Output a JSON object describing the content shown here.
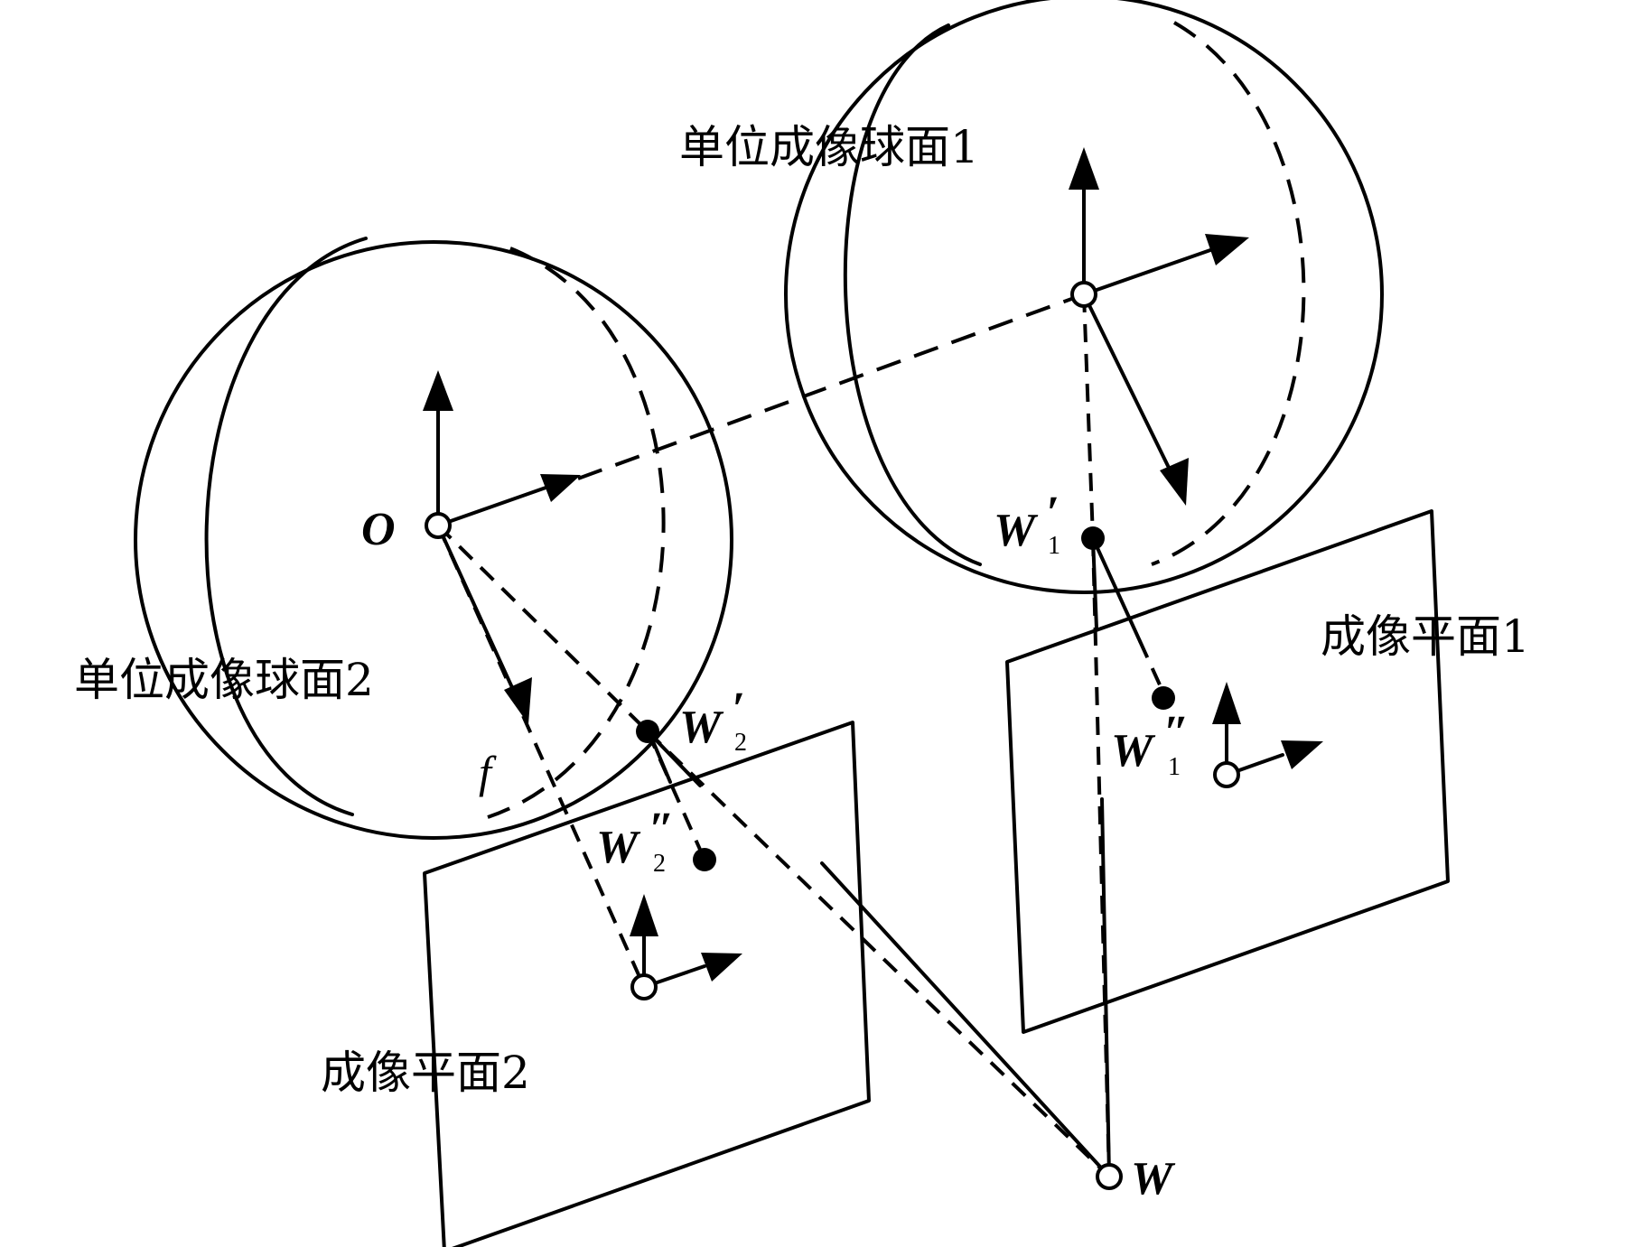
{
  "labels": {
    "sphere1": "单位成像球面1",
    "sphere2": "单位成像球面2",
    "plane1": "成像平面1",
    "plane2": "成像平面2",
    "origin": "O",
    "focal": "f",
    "world_point": "W",
    "w1_prime": "W",
    "w1_prime_sub": "1",
    "w1_prime_mark": "′",
    "w2_prime": "W",
    "w2_prime_sub": "2",
    "w2_prime_mark": "′",
    "w1_dprime": "W",
    "w1_dprime_sub": "1",
    "w1_dprime_mark": "″",
    "w2_dprime": "W",
    "w2_dprime_sub": "2",
    "w2_dprime_mark": "″"
  }
}
